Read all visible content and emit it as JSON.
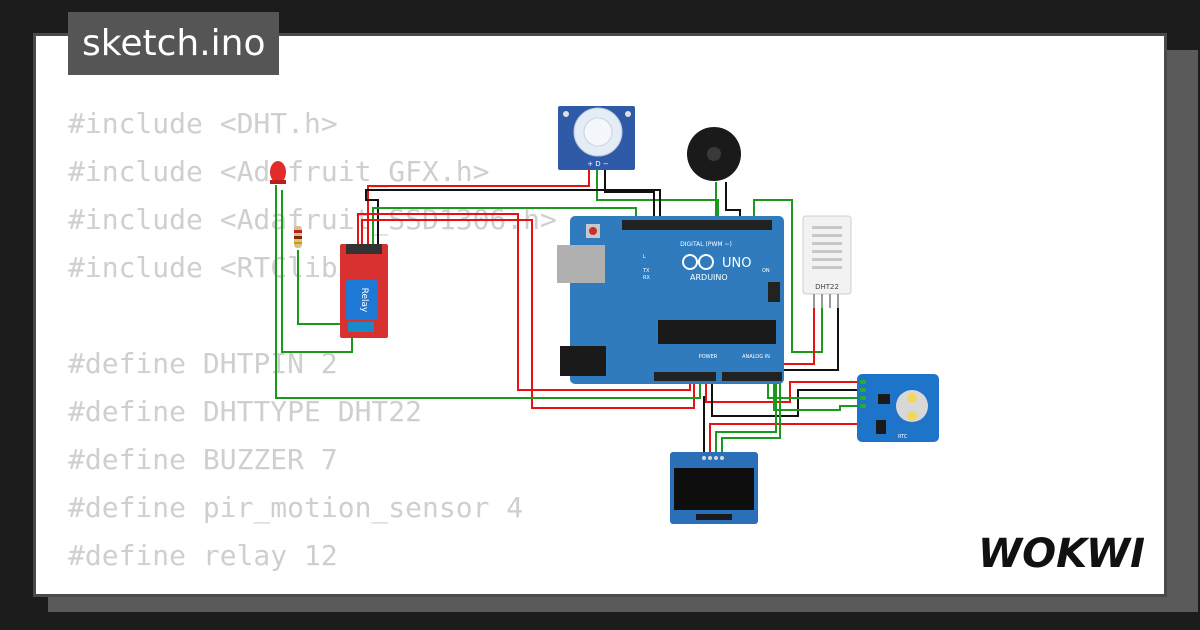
{
  "tab": {
    "title": "sketch.ino"
  },
  "code": {
    "lines": [
      "#include <DHT.h>",
      "#include <Adafruit_GFX.h>",
      "#include <Adafruit_SSD1306.h>",
      "#include <RTClib.h>",
      "",
      "#define DHTPIN 2",
      "#define DHTTYPE DHT22",
      "#define BUZZER 7",
      "#define pir_motion_sensor 4",
      "#define relay 12"
    ]
  },
  "components": {
    "arduino": {
      "brand": "ARDUINO",
      "model": "UNO",
      "digital_label": "DIGITAL (PWM ~)",
      "power_label": "POWER",
      "analog_label": "ANALOG IN",
      "on_label": "ON",
      "tx_label": "TX",
      "rx_label": "RX",
      "l_label": "L"
    },
    "relay": {
      "label": "Relay"
    },
    "dht": {
      "label": "DHT22"
    },
    "rtc": {
      "label": "RTC"
    },
    "pir": {
      "pins": "+ D −"
    }
  },
  "colors": {
    "background": "#1c1c1c",
    "frame": "#ffffff",
    "border": "#4a4a4a",
    "tab_bg": "#555555",
    "code_text": "#cfcfcf",
    "arduino_blue": "#2f7bbd",
    "relay_red": "#d93030",
    "wire_red": "#e81010",
    "wire_green": "#1a9a1a",
    "wire_black": "#111111"
  },
  "brand": {
    "logo": "WOKWI"
  }
}
